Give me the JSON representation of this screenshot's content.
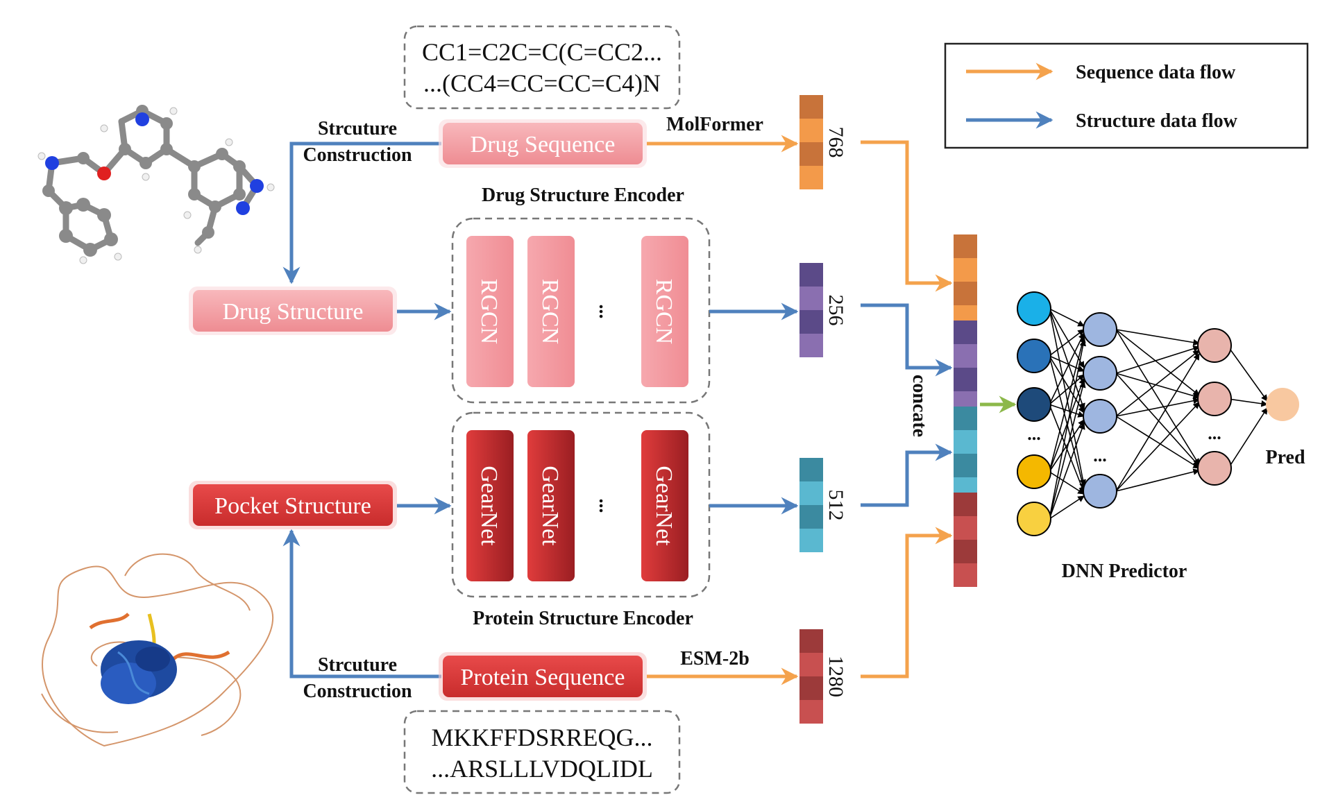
{
  "smiles": {
    "line1": "CC1=C2C=C(C=CC2...",
    "line2": "...(CC4=CC=CC=C4)N"
  },
  "protein_seq_text": {
    "line1": "MKKFFDSRREQG...",
    "line2": "...ARSLLLVDQLIDL"
  },
  "legend": {
    "sequence_label": "Sequence data flow",
    "structure_label": "Structure data flow",
    "sequence_color": "#f4a24c",
    "structure_color": "#4f81bd"
  },
  "labels": {
    "construction_top_1": "Strcuture",
    "construction_top_2": "Construction",
    "construction_bottom_1": "Strcuture",
    "construction_bottom_2": "Construction",
    "molformer": "MolFormer",
    "esm": "ESM-2b",
    "drug_encoder": "Drug Structure Encoder",
    "protein_encoder": "Protein Structure Encoder",
    "concate": "concate",
    "dnn": "DNN Predictor",
    "pred": "Pred",
    "ellipsis": "..."
  },
  "boxes": {
    "drug_sequence": "Drug Sequence",
    "drug_structure": "Drug Structure",
    "pocket_structure": "Pocket Structure",
    "protein_sequence": "Protein Sequence"
  },
  "layers": {
    "rgcn": [
      "RGCN",
      "RGCN",
      "RGCN"
    ],
    "gearnet": [
      "GearNet",
      "GearNet",
      "GearNet"
    ]
  },
  "dims": {
    "drug_seq": "768",
    "drug_struct": "256",
    "pocket": "512",
    "protein_seq": "1280"
  },
  "colors": {
    "light_red": "#f4a3a8",
    "dark_red": "#d83a3a",
    "orange_vec": [
      "#c8733a",
      "#f39a4a"
    ],
    "purple_vec": [
      "#5b4a88",
      "#8a6fb0"
    ],
    "teal_vec": [
      "#3b8aa0",
      "#5ab8d0"
    ],
    "red_vec": [
      "#9c3a3a",
      "#c85050"
    ],
    "input_nodes": [
      "#1ab0e8",
      "#2a72b8",
      "#1e4a7a",
      "#f4b800",
      "#f8d040"
    ],
    "hidden_nodes": "#9eb6e0",
    "output_nodes": "#e8b4ac",
    "pred_node": "#f8c8a0",
    "concat_arrow": "#8cb84a"
  }
}
